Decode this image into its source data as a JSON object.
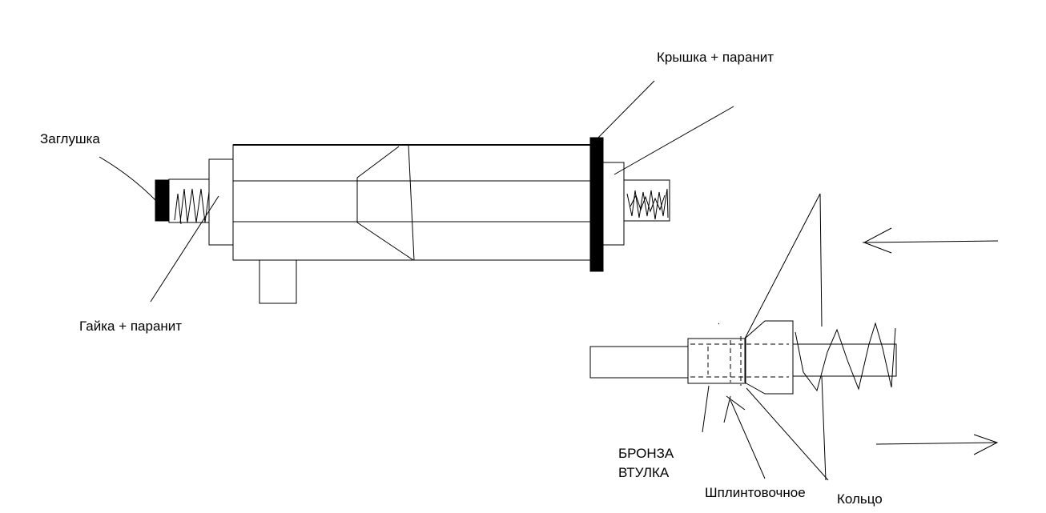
{
  "labels": {
    "plug": "Заглушка",
    "nut_paronite": "Гайка + паранит",
    "cover_paronite": "Крышка + паранит",
    "bronze": "БРОНЗА",
    "bushing": "ВТУЛКА",
    "cotter": "Шплинтовочное",
    "ring": "Кольцо"
  }
}
